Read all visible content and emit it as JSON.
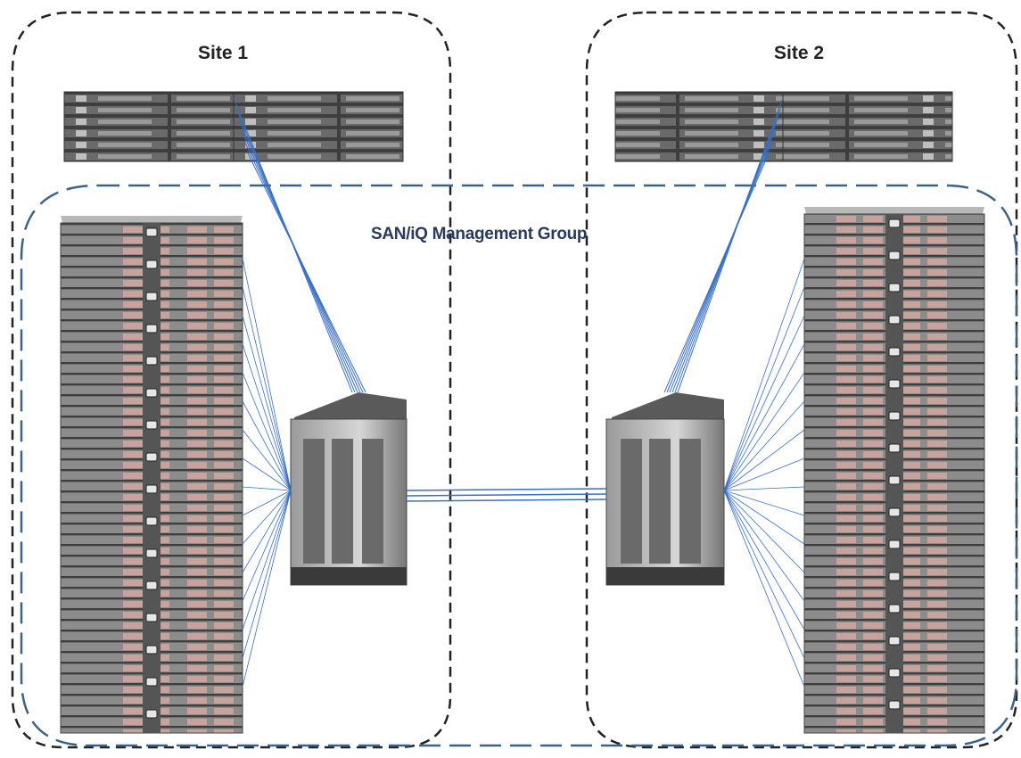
{
  "diagram": {
    "site1": {
      "label": "Site 1"
    },
    "site2": {
      "label": "Site 2"
    },
    "management_group": {
      "label": "SAN/iQ Management Group"
    }
  },
  "colors": {
    "site_border": "#222222",
    "group_border": "#3d6288",
    "link": "#3a6fc4",
    "rack_stripe": "#c9a098",
    "rack_body": "#6e6e6e",
    "server_body": "#4a4a4a"
  }
}
